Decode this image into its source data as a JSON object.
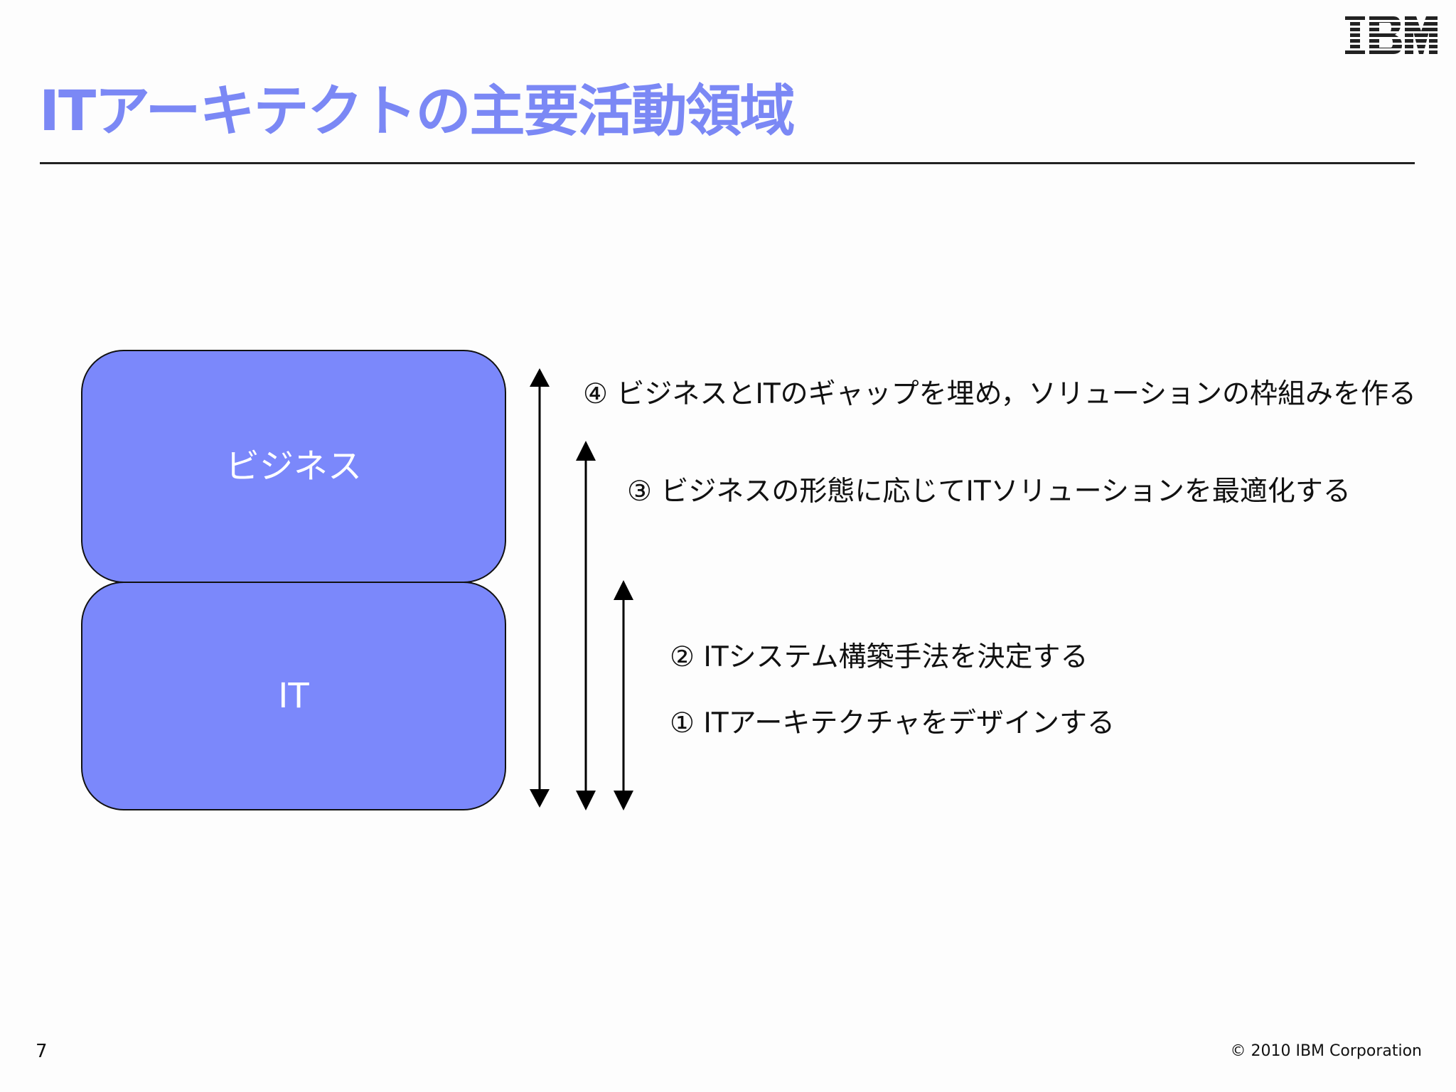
{
  "header": {
    "logo_text": "IBM",
    "title": "ITアーキテクトの主要活動領域"
  },
  "diagram": {
    "boxes": {
      "business": "ビジネス",
      "it": "IT"
    },
    "activities": {
      "item4": "④ ビジネスとITのギャップを埋め，ソリューションの枠組みを作る",
      "item3": "③ ビジネスの形態に応じてITソリューションを最適化する",
      "item2": "② ITシステム構築手法を決定する",
      "item1": "① ITアーキテクチャをデザインする"
    }
  },
  "colors": {
    "title": "#7b88f5",
    "box_fill": "#7b88fb",
    "box_text": "#ffffff"
  },
  "footer": {
    "page_number": "7",
    "copyright": "© 2010 IBM Corporation"
  }
}
